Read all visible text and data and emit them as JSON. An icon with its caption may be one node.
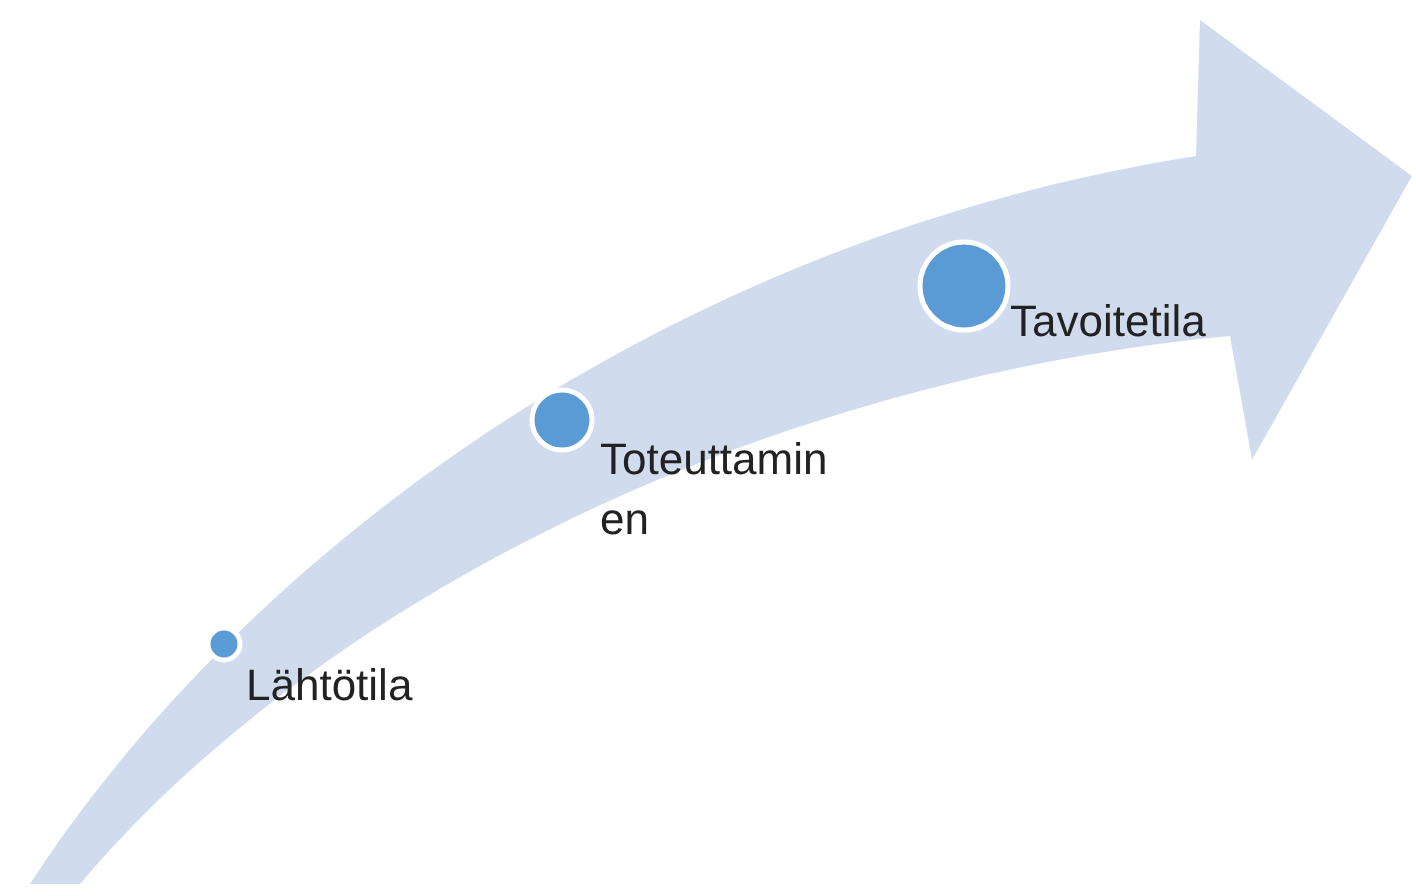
{
  "diagram": {
    "nodes": [
      {
        "text": [
          "Lähtötila"
        ]
      },
      {
        "text": [
          "Toteuttaminen"
        ]
      },
      {
        "text": [
          "Tavoitetila"
        ]
      }
    ],
    "edges": []
  }
}
